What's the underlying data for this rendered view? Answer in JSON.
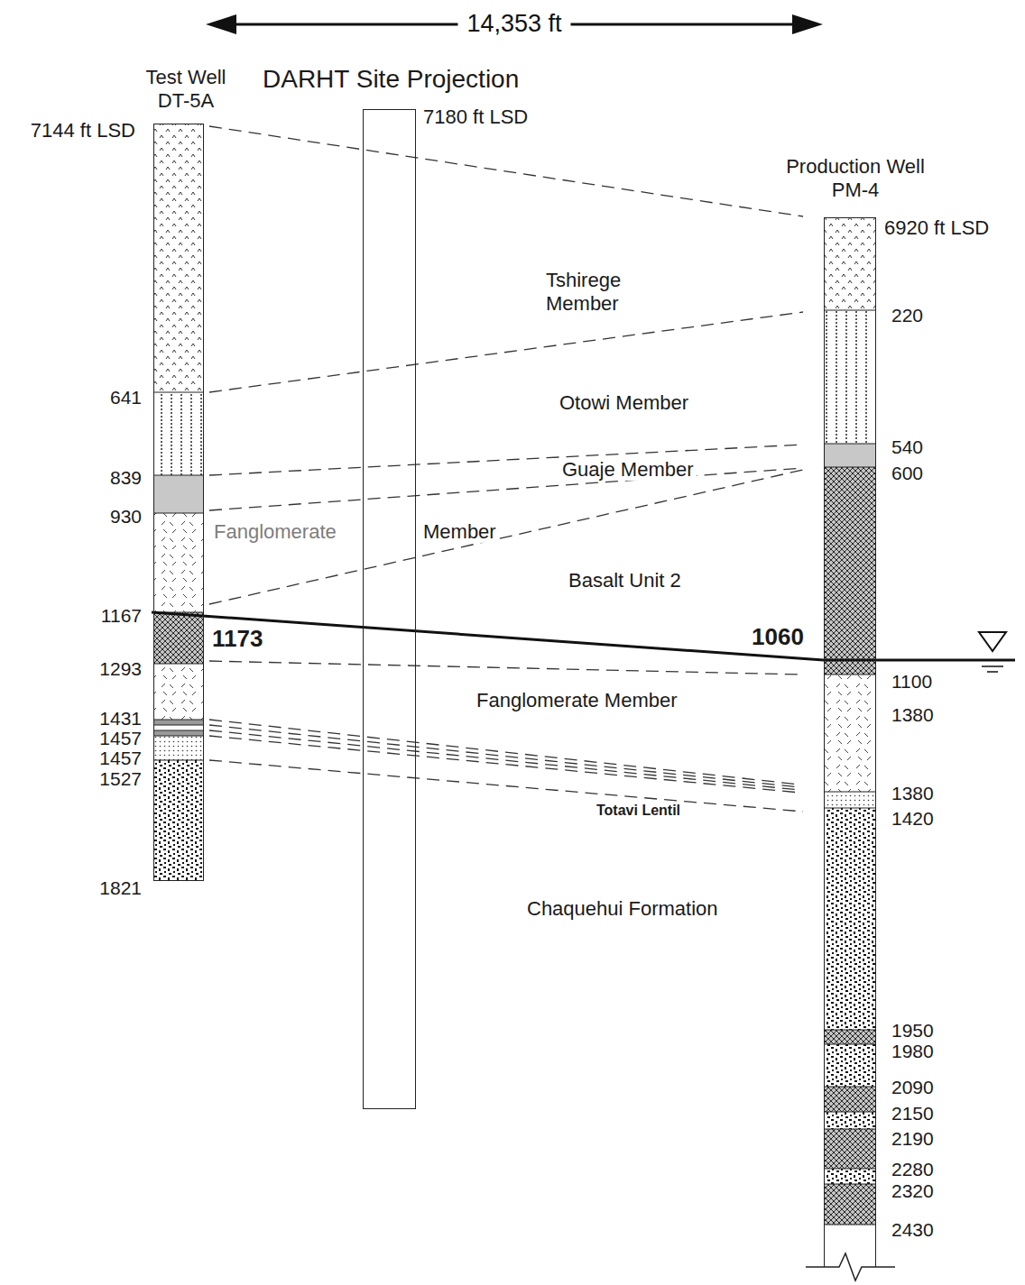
{
  "diagram": {
    "nodes": [
      {
        "text": [
          "Test Well DT-5A"
        ]
      },
      {
        "text": [
          "DARHT Site Projection"
        ]
      },
      {
        "text": [
          "Production Well PM-4"
        ]
      }
    ],
    "labels": [
      "14,353 ft",
      "7144 ft LSD",
      "7180 ft LSD",
      "6920 ft LSD",
      "Tshirege Member",
      "641",
      "220",
      "Otowi Member",
      "839",
      "540",
      "Guaje Member",
      "600",
      "930",
      "Fanglomerate",
      "Member",
      "Basalt Unit 2",
      "1167",
      "1173",
      "1060",
      "1293",
      "1100",
      "Fanglomerate Member",
      "1380",
      "1431",
      "1457",
      "1457",
      "1527",
      "1380",
      "Totavi Lentil",
      "1420",
      "1821",
      "Chaquehui Formation",
      "1950",
      "1980",
      "2090",
      "2150",
      "2190",
      "2280",
      "2320",
      "2430"
    ]
  }
}
